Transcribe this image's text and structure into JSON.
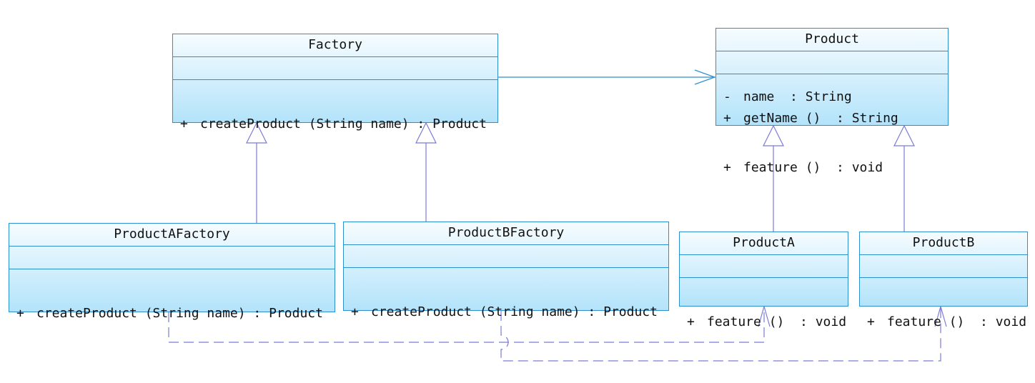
{
  "classes": {
    "factory": {
      "name": "Factory",
      "attributes": [],
      "operations": [
        {
          "visibility": "+",
          "text": "createProduct (String name) : Product"
        }
      ]
    },
    "product": {
      "name": "Product",
      "attributes": [
        {
          "visibility": "-",
          "text": "name  : String"
        }
      ],
      "operations": [
        {
          "visibility": "+",
          "text": "getName ()  : String"
        },
        {
          "visibility": "+",
          "text": "feature ()  : void"
        }
      ]
    },
    "product_a_factory": {
      "name": "ProductAFactory",
      "attributes": [],
      "operations": [
        {
          "visibility": "+",
          "text": "createProduct (String name) : Product"
        }
      ]
    },
    "product_b_factory": {
      "name": "ProductBFactory",
      "attributes": [],
      "operations": [
        {
          "visibility": "+",
          "text": "createProduct (String name) : Product"
        }
      ]
    },
    "product_a": {
      "name": "ProductA",
      "attributes": [],
      "operations": [
        {
          "visibility": "+",
          "text": "feature ()  : void"
        }
      ]
    },
    "product_b": {
      "name": "ProductB",
      "attributes": [],
      "operations": [
        {
          "visibility": "+",
          "text": "feature ()  : void"
        }
      ]
    }
  },
  "relationships": [
    {
      "type": "association",
      "from": "Factory",
      "to": "Product"
    },
    {
      "type": "generalization",
      "from": "ProductAFactory",
      "to": "Factory"
    },
    {
      "type": "generalization",
      "from": "ProductBFactory",
      "to": "Factory"
    },
    {
      "type": "generalization",
      "from": "ProductA",
      "to": "Product"
    },
    {
      "type": "generalization",
      "from": "ProductB",
      "to": "Product"
    },
    {
      "type": "dependency",
      "from": "ProductAFactory",
      "to": "ProductA"
    },
    {
      "type": "dependency",
      "from": "ProductBFactory",
      "to": "ProductB"
    }
  ],
  "colors": {
    "box_border": "#2e8fcf",
    "box_fill_top": "#f6fcff",
    "box_fill_bottom": "#b3e3fa",
    "association_line": "#2e8fcf",
    "generalization_line": "#7b7bd8",
    "dependency_line": "#7b7bd8"
  }
}
